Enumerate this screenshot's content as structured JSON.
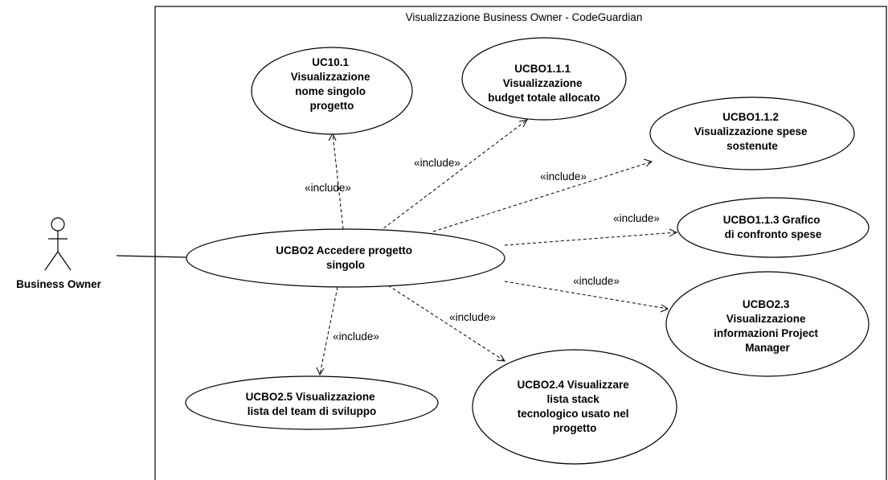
{
  "system": {
    "title": "Visualizzazione Business Owner - CodeGuardian"
  },
  "actor": {
    "name": "Business Owner"
  },
  "use_cases": {
    "main": {
      "lines": [
        "UCBO2 Accedere progetto",
        "singolo"
      ]
    },
    "uc10_1": {
      "lines": [
        "UC10.1",
        "Visualizzazione",
        "nome singolo",
        "progetto"
      ]
    },
    "ucbo1_1_1": {
      "lines": [
        "UCBO1.1.1",
        "Visualizzazione",
        "budget totale allocato"
      ]
    },
    "ucbo1_1_2": {
      "lines": [
        "UCBO1.1.2",
        "Visualizzazione spese",
        "sostenute"
      ]
    },
    "ucbo1_1_3": {
      "lines": [
        "UCBO1.1.3 Grafico",
        "di confronto spese"
      ]
    },
    "ucbo2_3": {
      "lines": [
        "UCBO2.3",
        "Visualizzazione",
        "informazioni Project",
        "Manager"
      ]
    },
    "ucbo2_4": {
      "lines": [
        "UCBO2.4 Visualizzare",
        "lista stack",
        "tecnologico usato nel",
        "progetto"
      ]
    },
    "ucbo2_5": {
      "lines": [
        "UCBO2.5 Visualizzazione",
        "lista del team di sviluppo"
      ]
    }
  },
  "relations": {
    "include_label": "«include»"
  }
}
